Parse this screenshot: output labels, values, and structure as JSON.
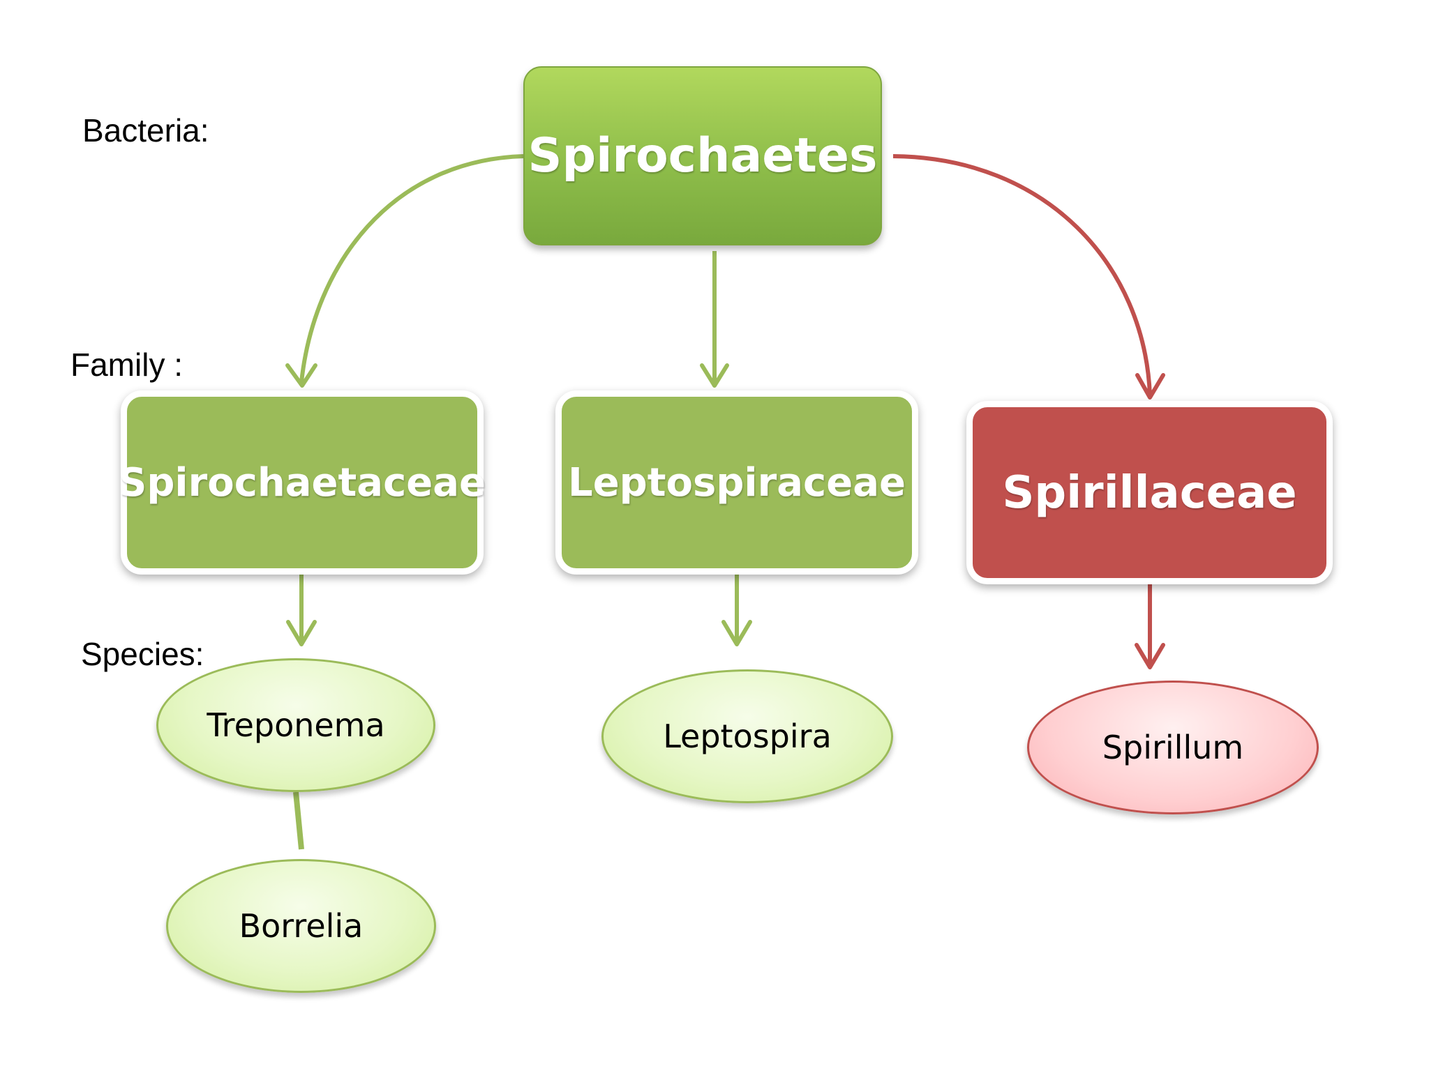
{
  "levels": {
    "bacteria": "Bacteria:",
    "family": "Family :",
    "species": "Species:"
  },
  "root": {
    "label": "Spirochaetes"
  },
  "families": [
    {
      "label": "Spirochaetaceae"
    },
    {
      "label": "Leptospiraceae"
    },
    {
      "label": "Spirillaceae"
    }
  ],
  "species": [
    {
      "label": "Treponema"
    },
    {
      "label": "Borrelia"
    },
    {
      "label": "Leptospira"
    },
    {
      "label": "Spirillum"
    }
  ],
  "colors": {
    "green_node": "#9bbb59",
    "green_root_top": "#b1d85d",
    "green_connector": "#9bbb59",
    "red_node": "#c0504d",
    "red_connector": "#c0504d",
    "green_oval_fill": "#e6f7c6",
    "red_oval_fill": "#ffcfd1"
  }
}
